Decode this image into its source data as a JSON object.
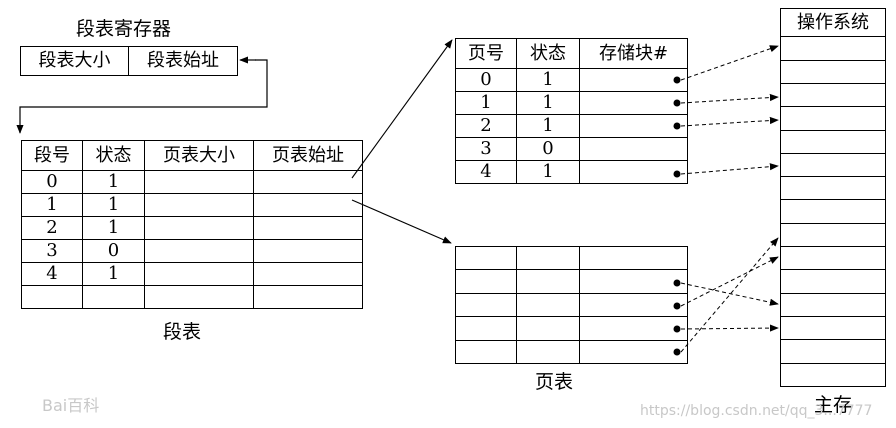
{
  "segment_register": {
    "title": "段表寄存器",
    "cells": [
      "段表大小",
      "段表始址"
    ]
  },
  "segment_table": {
    "caption": "段表",
    "headers": [
      "段号",
      "状态",
      "页表大小",
      "页表始址"
    ],
    "rows": [
      [
        "0",
        "1",
        "",
        ""
      ],
      [
        "1",
        "1",
        "",
        ""
      ],
      [
        "2",
        "1",
        "",
        ""
      ],
      [
        "3",
        "0",
        "",
        ""
      ],
      [
        "4",
        "1",
        "",
        ""
      ],
      [
        "",
        "",
        "",
        ""
      ]
    ]
  },
  "page_table_top": {
    "headers": [
      "页号",
      "状态",
      "存储块#"
    ],
    "rows": [
      [
        "0",
        "1",
        ""
      ],
      [
        "1",
        "1",
        ""
      ],
      [
        "2",
        "1",
        ""
      ],
      [
        "3",
        "0",
        ""
      ],
      [
        "4",
        "1",
        ""
      ]
    ]
  },
  "page_table_bottom": {
    "caption": "页表",
    "rows": [
      [
        "",
        "",
        ""
      ],
      [
        "",
        "",
        ""
      ],
      [
        "",
        "",
        ""
      ],
      [
        "",
        "",
        ""
      ],
      [
        "",
        "",
        ""
      ]
    ]
  },
  "main_memory": {
    "caption": "主存",
    "top_cell": "操作系统",
    "empty_cells": 15
  },
  "watermark": {
    "logo": "Bai百科",
    "url": "https://blog.csdn.net/qq_3...7777"
  }
}
